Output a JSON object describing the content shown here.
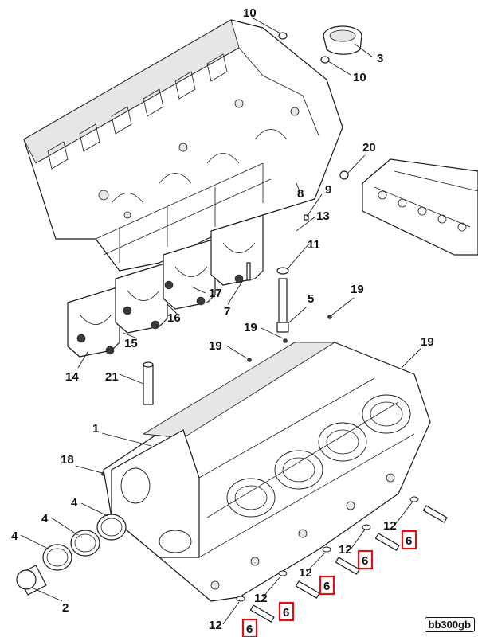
{
  "diagram": {
    "reference": "bb300gb",
    "highlight_color": "#e01010",
    "callouts": {
      "c10a": "10",
      "c3": "3",
      "c10b": "10",
      "c20": "20",
      "c8": "8",
      "c9": "9",
      "c13": "13",
      "c11": "11",
      "c17": "17",
      "c7": "7",
      "c16": "16",
      "c15": "15",
      "c5": "5",
      "c19a": "19",
      "c19b": "19",
      "c14": "14",
      "c19c": "19",
      "c21": "21",
      "c19d": "19",
      "c1": "1",
      "c18": "18",
      "c4a": "4",
      "c4b": "4",
      "c4c": "4",
      "c2": "2",
      "c12a": "12",
      "c12b": "12",
      "c12c": "12",
      "c12d": "12",
      "c12e": "12",
      "c6a": "6",
      "c6b": "6",
      "c6c": "6",
      "c6d": "6",
      "c6e": "6"
    }
  }
}
